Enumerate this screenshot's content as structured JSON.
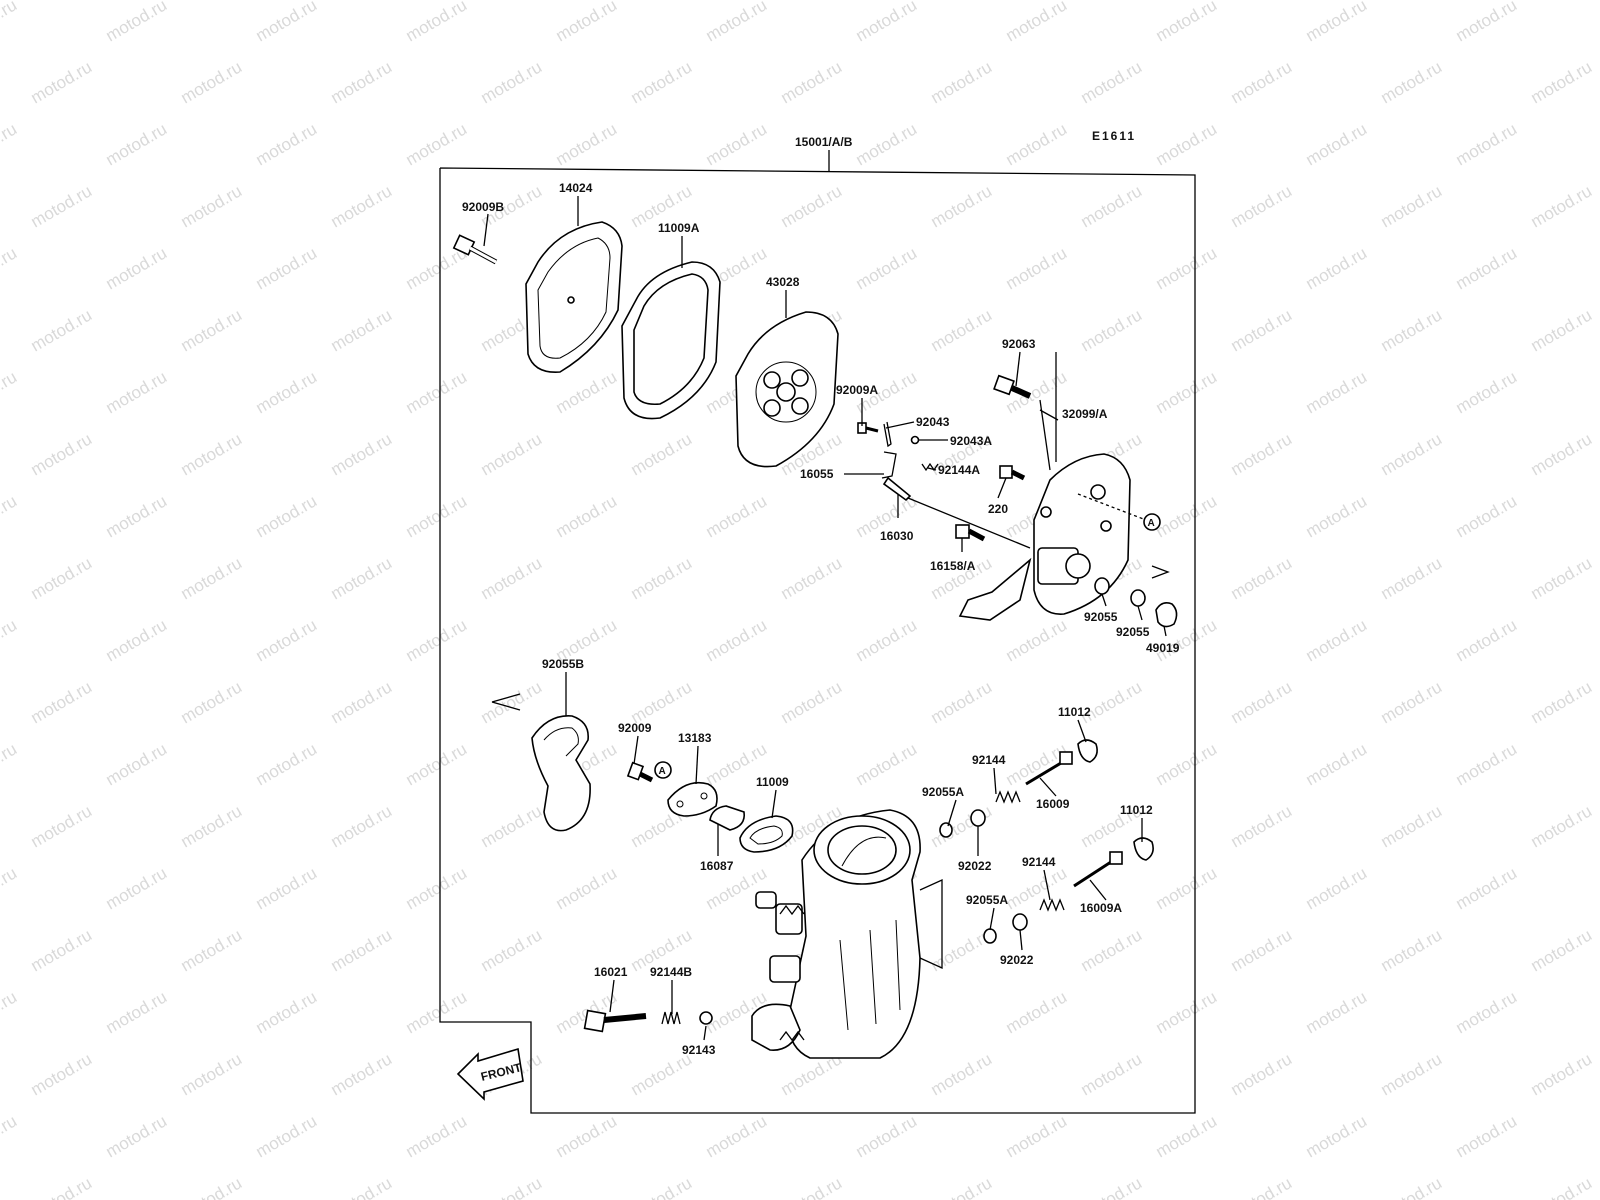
{
  "diagram": {
    "code": "E1611",
    "assembly_label": "15001/A/B",
    "front_label": "FRONT",
    "watermark_text": "motod.ru",
    "callout_letter": "A",
    "parts": {
      "p92009B": "92009B",
      "p14024": "14024",
      "p11009A": "11009A",
      "p43028": "43028",
      "p92063": "92063",
      "p32099A": "32099/A",
      "p92009A": "92009A",
      "p92043": "92043",
      "p92043A": "92043A",
      "p16055": "16055",
      "p92144A": "92144A",
      "p220": "220",
      "p16030": "16030",
      "p16158A": "16158/A",
      "p92055_1": "92055",
      "p92055_2": "92055",
      "p49019": "49019",
      "p92055B": "92055B",
      "p92009": "92009",
      "p13183": "13183",
      "p11009": "11009",
      "p16087": "16087",
      "p92055A_1": "92055A",
      "p92144_1": "92144",
      "p11012_1": "11012",
      "p16009": "16009",
      "p92022_1": "92022",
      "p11012_2": "11012",
      "p92144_2": "92144",
      "p16009A": "16009A",
      "p92055A_2": "92055A",
      "p92022_2": "92022",
      "p16021": "16021",
      "p92144B": "92144B",
      "p92143": "92143"
    }
  }
}
